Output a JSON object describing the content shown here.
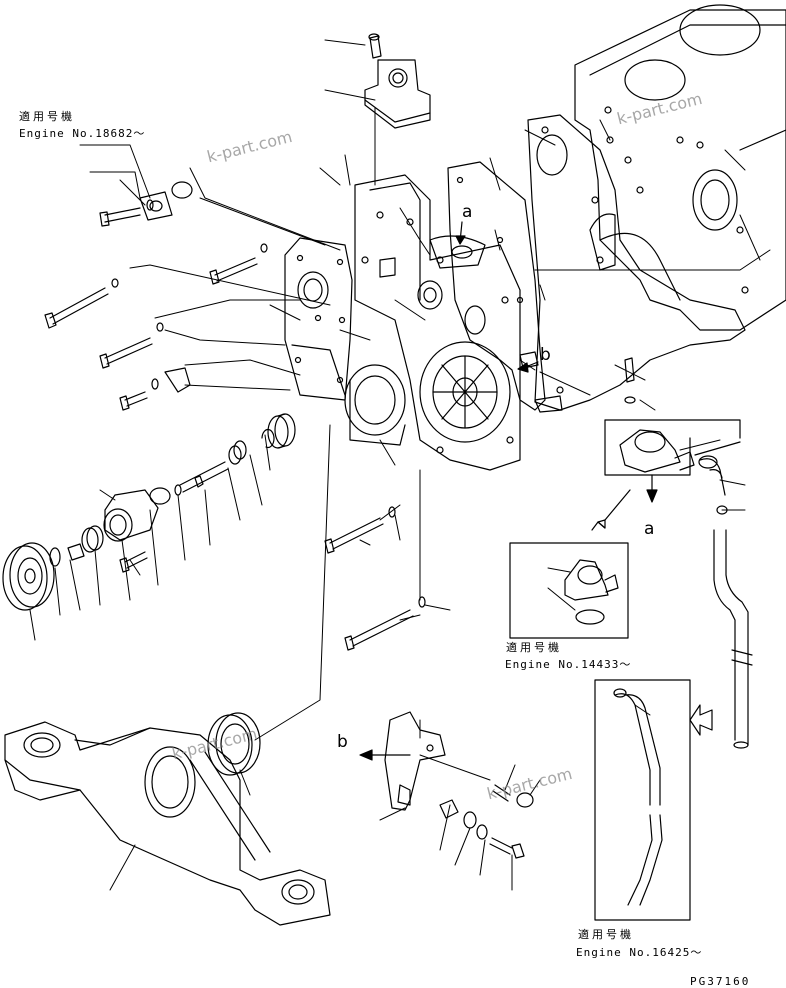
{
  "notes": [
    {
      "jp": "適用号機",
      "engine": "Engine No.18682～"
    },
    {
      "jp": "適用号機",
      "engine": "Engine No.14433～"
    },
    {
      "jp": "適用号機",
      "engine": "Engine No.16425～"
    }
  ],
  "markers": {
    "a": "a",
    "b": "b"
  },
  "watermark": "k-part.com",
  "page_code": "PG37160",
  "colors": {
    "line": "#000000",
    "watermark": "#8a8a8a"
  }
}
